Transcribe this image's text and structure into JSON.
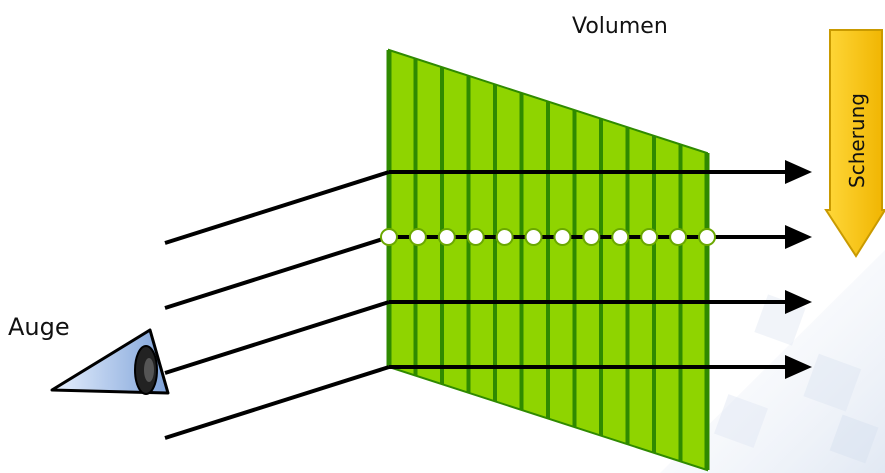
{
  "labels": {
    "volume": "Volumen",
    "shear": "Scherung",
    "eye": "Auge"
  },
  "colors": {
    "slice_fill": "#8fd400",
    "slice_stroke": "#2f8a00",
    "ray": "#000000",
    "shear_arrow": "#f5c400",
    "shear_arrow_edge": "#c99a00",
    "eye_lens": "#2f5fa8"
  },
  "diagram": {
    "slice_count": 12,
    "ray_count": 4,
    "sample_points_on_ray": 12
  }
}
